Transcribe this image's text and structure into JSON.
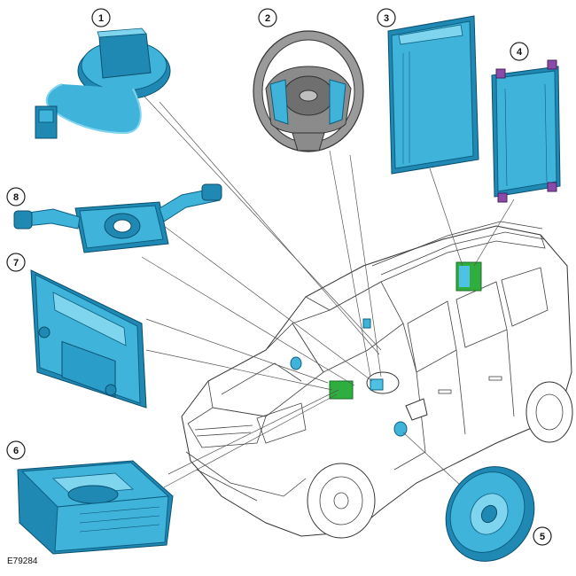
{
  "figure": {
    "reference": "E79284",
    "callouts": [
      {
        "id": "1",
        "label": "1"
      },
      {
        "id": "2",
        "label": "2"
      },
      {
        "id": "3",
        "label": "3"
      },
      {
        "id": "4",
        "label": "4"
      },
      {
        "id": "5",
        "label": "5"
      },
      {
        "id": "6",
        "label": "6"
      },
      {
        "id": "7",
        "label": "7"
      },
      {
        "id": "8",
        "label": "8"
      }
    ]
  },
  "colors": {
    "component_fill": "#3fb3d9",
    "component_outline": "#0d5f82",
    "highlight_green": "#2fae3f",
    "connector_purple": "#8a4aa8"
  }
}
